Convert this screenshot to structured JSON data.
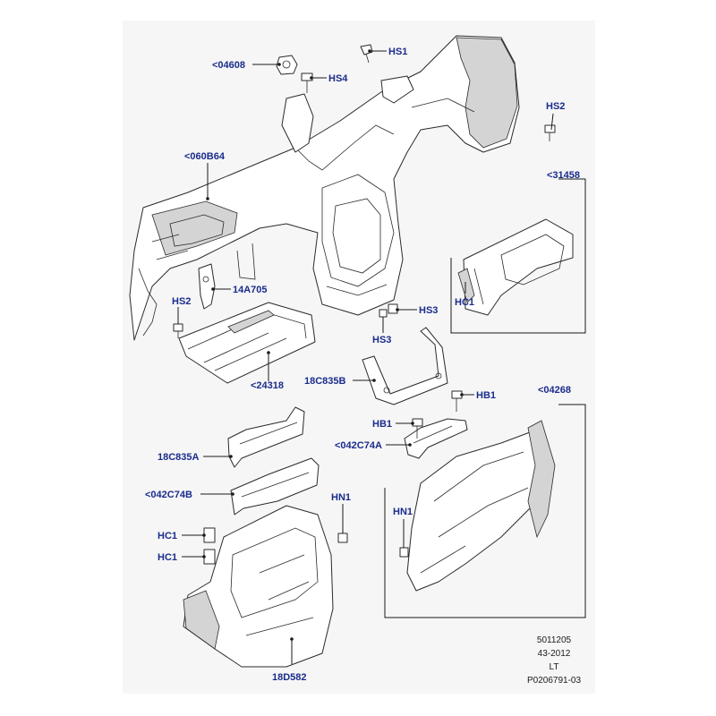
{
  "callouts": {
    "c04608": "<04608",
    "hs1": "HS1",
    "hs4": "HS4",
    "hs2_top": "HS2",
    "c060B64": "<060B64",
    "c31458": "<31458",
    "hc1_glove": "HC1",
    "c14A705": "14A705",
    "hs2_left": "HS2",
    "hs3_right": "HS3",
    "hs3_below": "HS3",
    "c24318": "<24318",
    "c18C835B": "18C835B",
    "c04268": "<04268",
    "hb1_right": "HB1",
    "hb1_left": "HB1",
    "c042C74A": "<042C74A",
    "c18C835A": "18C835A",
    "c042C74B": "<042C74B",
    "hn1_left": "HN1",
    "hn1_right": "HN1",
    "hc1_upper": "HC1",
    "hc1_lower": "HC1",
    "c18D582": "18D582"
  },
  "footer": {
    "line1": "5011205",
    "line2": "43-2012",
    "line3": "LT",
    "line4": "P0206791-03"
  },
  "colors": {
    "label": "#1a2b8c",
    "sheet": "#f6f6f6"
  }
}
